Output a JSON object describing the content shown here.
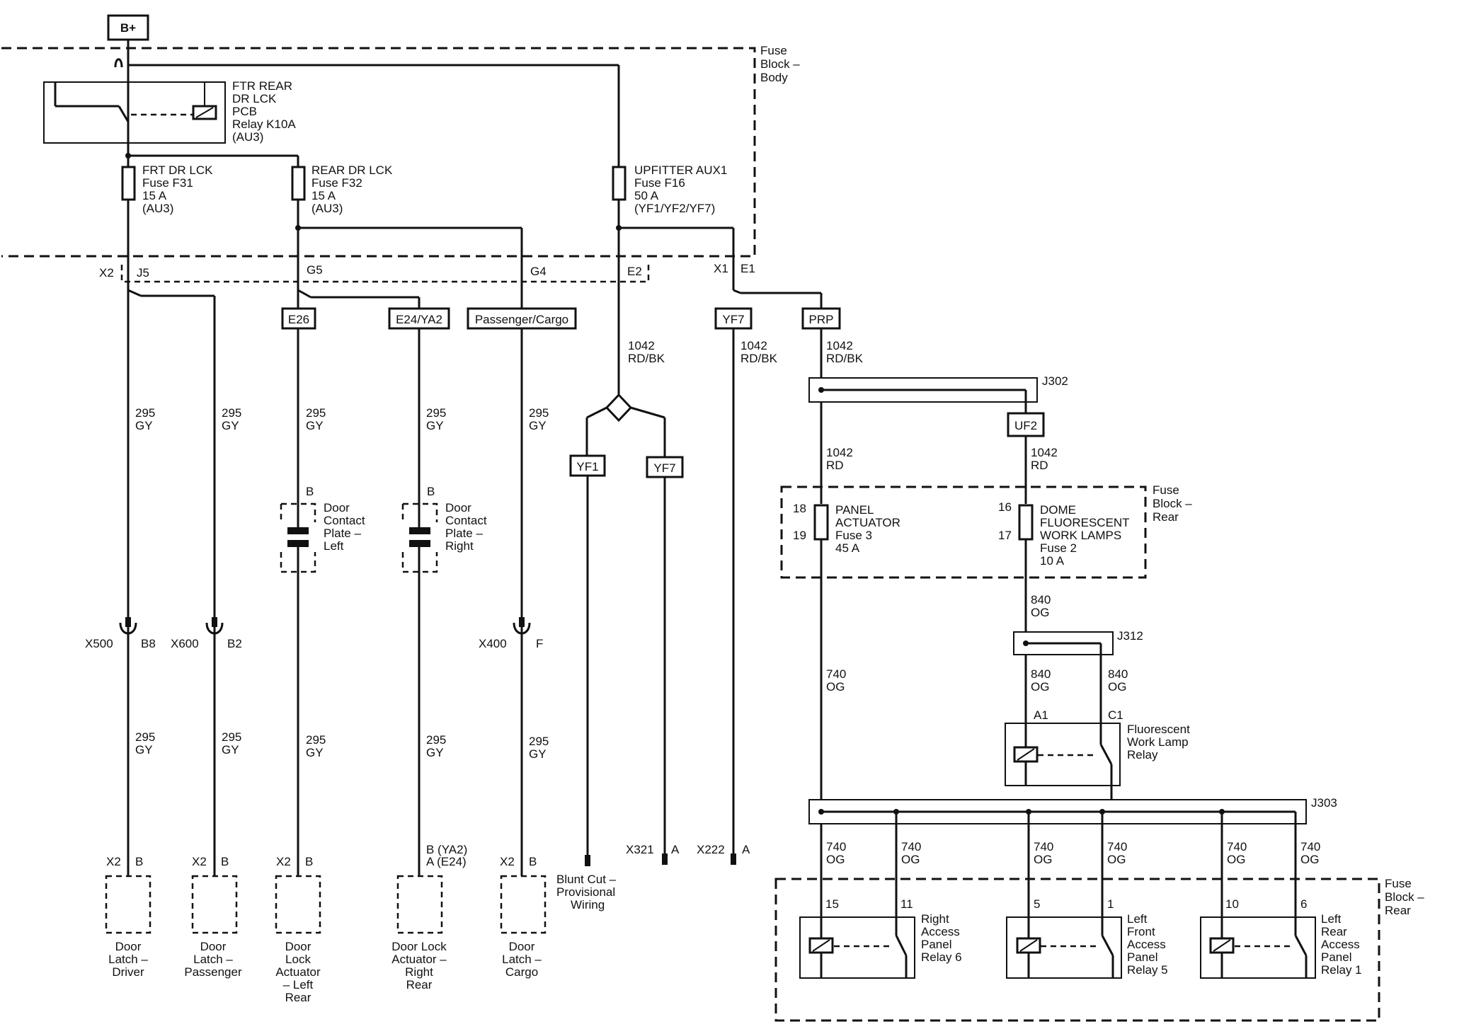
{
  "battery": "B+",
  "fuse_block_body": [
    "Fuse",
    "Block –",
    "Body"
  ],
  "relay_k10a": [
    "FTR REAR",
    "DR LCK",
    "PCB",
    "Relay K10A",
    "(AU3)"
  ],
  "fuse_f31": [
    "FRT DR LCK",
    "Fuse F31",
    "15 A",
    "(AU3)"
  ],
  "fuse_f32": [
    "REAR DR LCK",
    "Fuse F32",
    "15 A",
    "(AU3)"
  ],
  "fuse_f16": [
    "UPFITTER AUX1",
    "Fuse F16",
    "50 A",
    "(YF1/YF2/YF7)"
  ],
  "connector_labels": {
    "x2": "X2",
    "j5": "J5",
    "g5": "G5",
    "g4": "G4",
    "e2": "E2",
    "x1": "X1",
    "e1": "E1",
    "x500": "X500",
    "b8": "B8",
    "x600": "X600",
    "b2": "B2",
    "x400": "X400",
    "f": "F",
    "x321": "X321",
    "x222": "X222",
    "a": "A",
    "b": "B",
    "j302": "J302",
    "j312": "J312",
    "j303": "J303",
    "pin18": "18",
    "pin19": "19",
    "pin16": "16",
    "pin17": "17",
    "a1": "A1",
    "c1": "C1",
    "pin15": "15",
    "pin11": "11",
    "pin5": "5",
    "pin1": "1",
    "pin10": "10",
    "pin6": "6",
    "b_ya2": "B (YA2)",
    "a_e24": "A (E24)"
  },
  "option_boxes": {
    "e26": "E26",
    "e24ya2": "E24/YA2",
    "pass_cargo": "Passenger/Cargo",
    "yf7": "YF7",
    "prp": "PRP",
    "yf1": "YF1",
    "yf7b": "YF7",
    "uf2": "UF2"
  },
  "wires": {
    "w295": [
      "295",
      "GY"
    ],
    "w1042rdbk": [
      "1042",
      "RD/BK"
    ],
    "w1042rd": [
      "1042",
      "RD"
    ],
    "w840": [
      "840",
      "OG"
    ],
    "w740": [
      "740",
      "OG"
    ]
  },
  "door_contact_left": [
    "Door",
    "Contact",
    "Plate –",
    "Left"
  ],
  "door_contact_right": [
    "Door",
    "Contact",
    "Plate –",
    "Right"
  ],
  "fuse_block_rear": [
    "Fuse",
    "Block –",
    "Rear"
  ],
  "fuse3": [
    "PANEL",
    "ACTUATOR",
    "Fuse 3",
    "45 A"
  ],
  "fuse2": [
    "DOME",
    "FLUORESCENT",
    "WORK LAMPS",
    "Fuse 2",
    "10 A"
  ],
  "fl_relay": [
    "Fluorescent",
    "Work Lamp",
    "Relay"
  ],
  "relay6": [
    "Right",
    "Access",
    "Panel",
    "Relay 6"
  ],
  "relay5": [
    "Left",
    "Front",
    "Access",
    "Panel",
    "Relay 5"
  ],
  "relay1": [
    "Left",
    "Rear",
    "Access",
    "Panel",
    "Relay 1"
  ],
  "blunt_cut": [
    "Blunt Cut –",
    "Provisional",
    "Wiring"
  ],
  "loads": {
    "latch_driver": [
      "Door",
      "Latch –",
      "Driver"
    ],
    "latch_passenger": [
      "Door",
      "Latch –",
      "Passenger"
    ],
    "actuator_left_rear": [
      "Door",
      "Lock",
      "Actuator",
      "– Left",
      "Rear"
    ],
    "actuator_right_rear": [
      "Door Lock",
      "Actuator –",
      "Right",
      "Rear"
    ],
    "latch_cargo": [
      "Door",
      "Latch –",
      "Cargo"
    ]
  }
}
